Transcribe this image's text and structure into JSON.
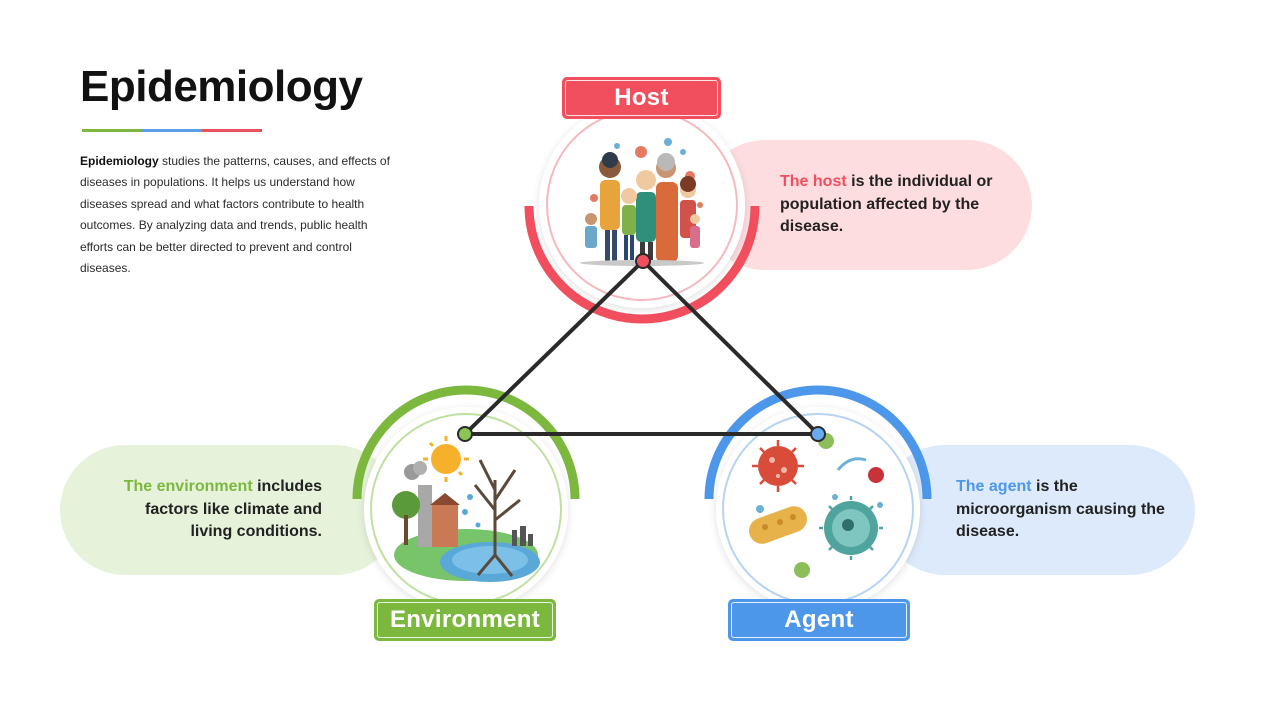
{
  "slide": {
    "title": "Epidemiology",
    "rule_colors": [
      "#7cb83e",
      "#5a9ee8",
      "#e8525f"
    ],
    "intro": {
      "bold": "Epidemiology",
      "rest": " studies the patterns, causes, and effects of diseases in populations. It helps us understand how diseases spread and what factors contribute to health outcomes. By analyzing data and trends, public health efforts can be better directed to prevent and control diseases."
    }
  },
  "nodes": {
    "host": {
      "label": "Host",
      "color": "#f14e5e",
      "pill_color": "#fddde0",
      "highlight": "The host",
      "desc": " is the individual or population affected by the disease.",
      "icon": "family-wearing-masks-icon"
    },
    "environment": {
      "label": "Environment",
      "color": "#7cb83e",
      "pill_color": "#e6f2da",
      "highlight": "The environment",
      "desc": " includes factors like climate and living conditions.",
      "icon": "climate-city-tree-icon"
    },
    "agent": {
      "label": "Agent",
      "color": "#4c97ea",
      "pill_color": "#dceafb",
      "highlight": "The agent",
      "desc": " is the microorganism causing the disease.",
      "icon": "microbes-icon"
    }
  },
  "triangle_color": "#2a2a2a"
}
